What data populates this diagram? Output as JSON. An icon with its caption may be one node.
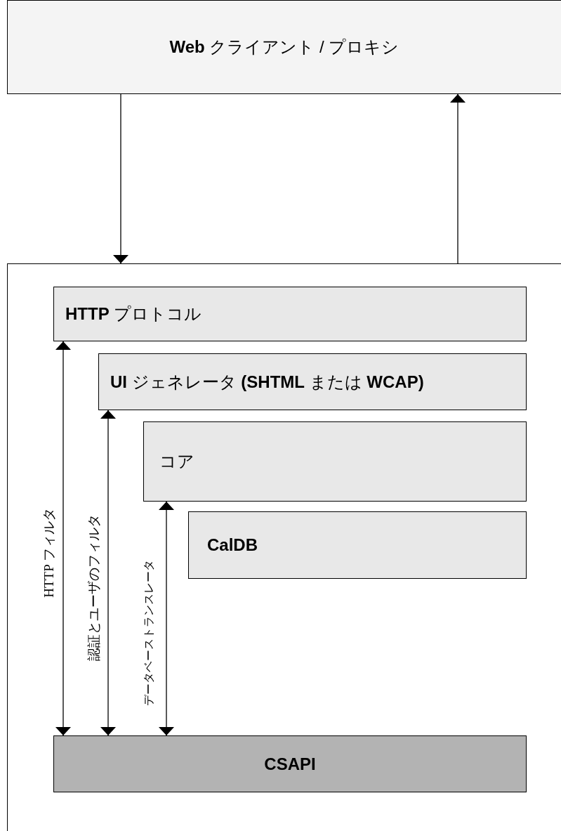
{
  "diagram": {
    "nodes": [
      {
        "text": [
          "**Web** クライアント / プロキシ"
        ]
      },
      {
        "text": [],
        "shape": "box"
      },
      {
        "text": [
          "**HTTP** プロトコル"
        ],
        "in": 1
      },
      {
        "text": [
          "**UI** ジェネレータ **(SHTML** または **WCAP)**"
        ],
        "in": 1
      },
      {
        "text": [
          "コア"
        ],
        "in": 1
      },
      {
        "text": [
          "CalDB"
        ],
        "in": 1
      },
      {
        "text": [
          "CSAPI"
        ],
        "in": 1
      }
    ],
    "edges": [
      {
        "from": 0,
        "to": 1,
        "arrow": "to"
      },
      {
        "from": 1,
        "to": 0,
        "arrow": "to"
      },
      {
        "from": 2,
        "to": 6,
        "arrow": "both",
        "label": "HTTP フィルタ"
      },
      {
        "from": 3,
        "to": 6,
        "arrow": "both",
        "label": "認証とユーザのフィルタ"
      },
      {
        "from": 4,
        "to": 6,
        "arrow": "both",
        "label": "データベーストランスレータ"
      }
    ]
  }
}
